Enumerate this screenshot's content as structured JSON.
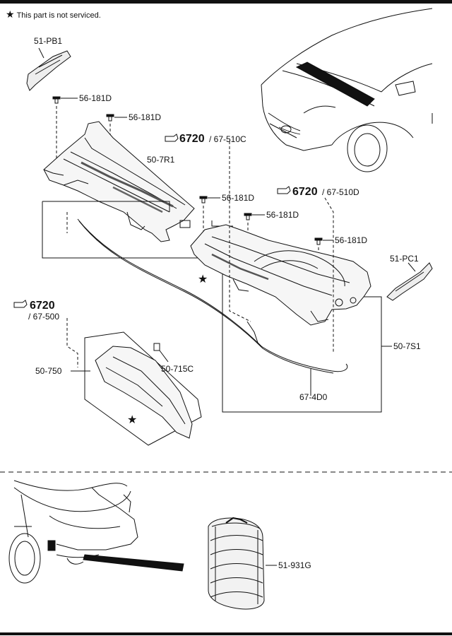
{
  "header": {
    "note_star": "★",
    "note_text": "This part is not serviced."
  },
  "labels": {
    "pb1": "51-PB1",
    "clip1": "56-181D",
    "clip2": "56-181D",
    "clip3": "56-181D",
    "clip4": "56-181D",
    "clip5": "56-181D",
    "cowl_r": "50-7R1",
    "cowl_s": "50-7S1",
    "pc1": "51-PC1",
    "part750": "50-750",
    "part715": "50-715C",
    "hose": "67-4D0",
    "vent": "51-931G"
  },
  "refs": {
    "r1_num": "6720",
    "r1_sub": "/ 67-510C",
    "r2_num": "6720",
    "r2_sub": "/ 67-510D",
    "r3_num": "6720",
    "r3_sub": "/ 67-500"
  },
  "stars": {
    "s1": "★",
    "s2": "★"
  }
}
